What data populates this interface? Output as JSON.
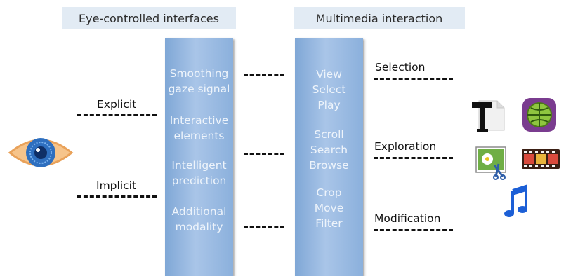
{
  "headers": {
    "left": "Eye-controlled interfaces",
    "right": "Multimedia interaction"
  },
  "left_column": [
    [
      "Smoothing",
      "gaze signal"
    ],
    [
      "Interactive",
      "elements"
    ],
    [
      "Intelligent",
      "prediction"
    ],
    [
      "Additional",
      "modality"
    ]
  ],
  "right_column": [
    [
      "View",
      "Select",
      "Play"
    ],
    [
      "Scroll",
      "Search",
      "Browse"
    ],
    [
      "Crop",
      "Move",
      "Filter"
    ]
  ],
  "input_modes": {
    "explicit": "Explicit",
    "implicit": "Implicit"
  },
  "interactions": {
    "selection": "Selection",
    "exploration": "Exploration",
    "modification": "Modification"
  },
  "icons": [
    "eye-icon",
    "text-document-icon",
    "globe-icon",
    "image-edit-icon",
    "film-strip-icon",
    "music-note-icon"
  ],
  "colors": {
    "column_blue": "#95b7e0",
    "header_bg": "#e2ebf4",
    "eye_blue": "#2e6fbf",
    "eye_orange": "#e9a25a"
  }
}
